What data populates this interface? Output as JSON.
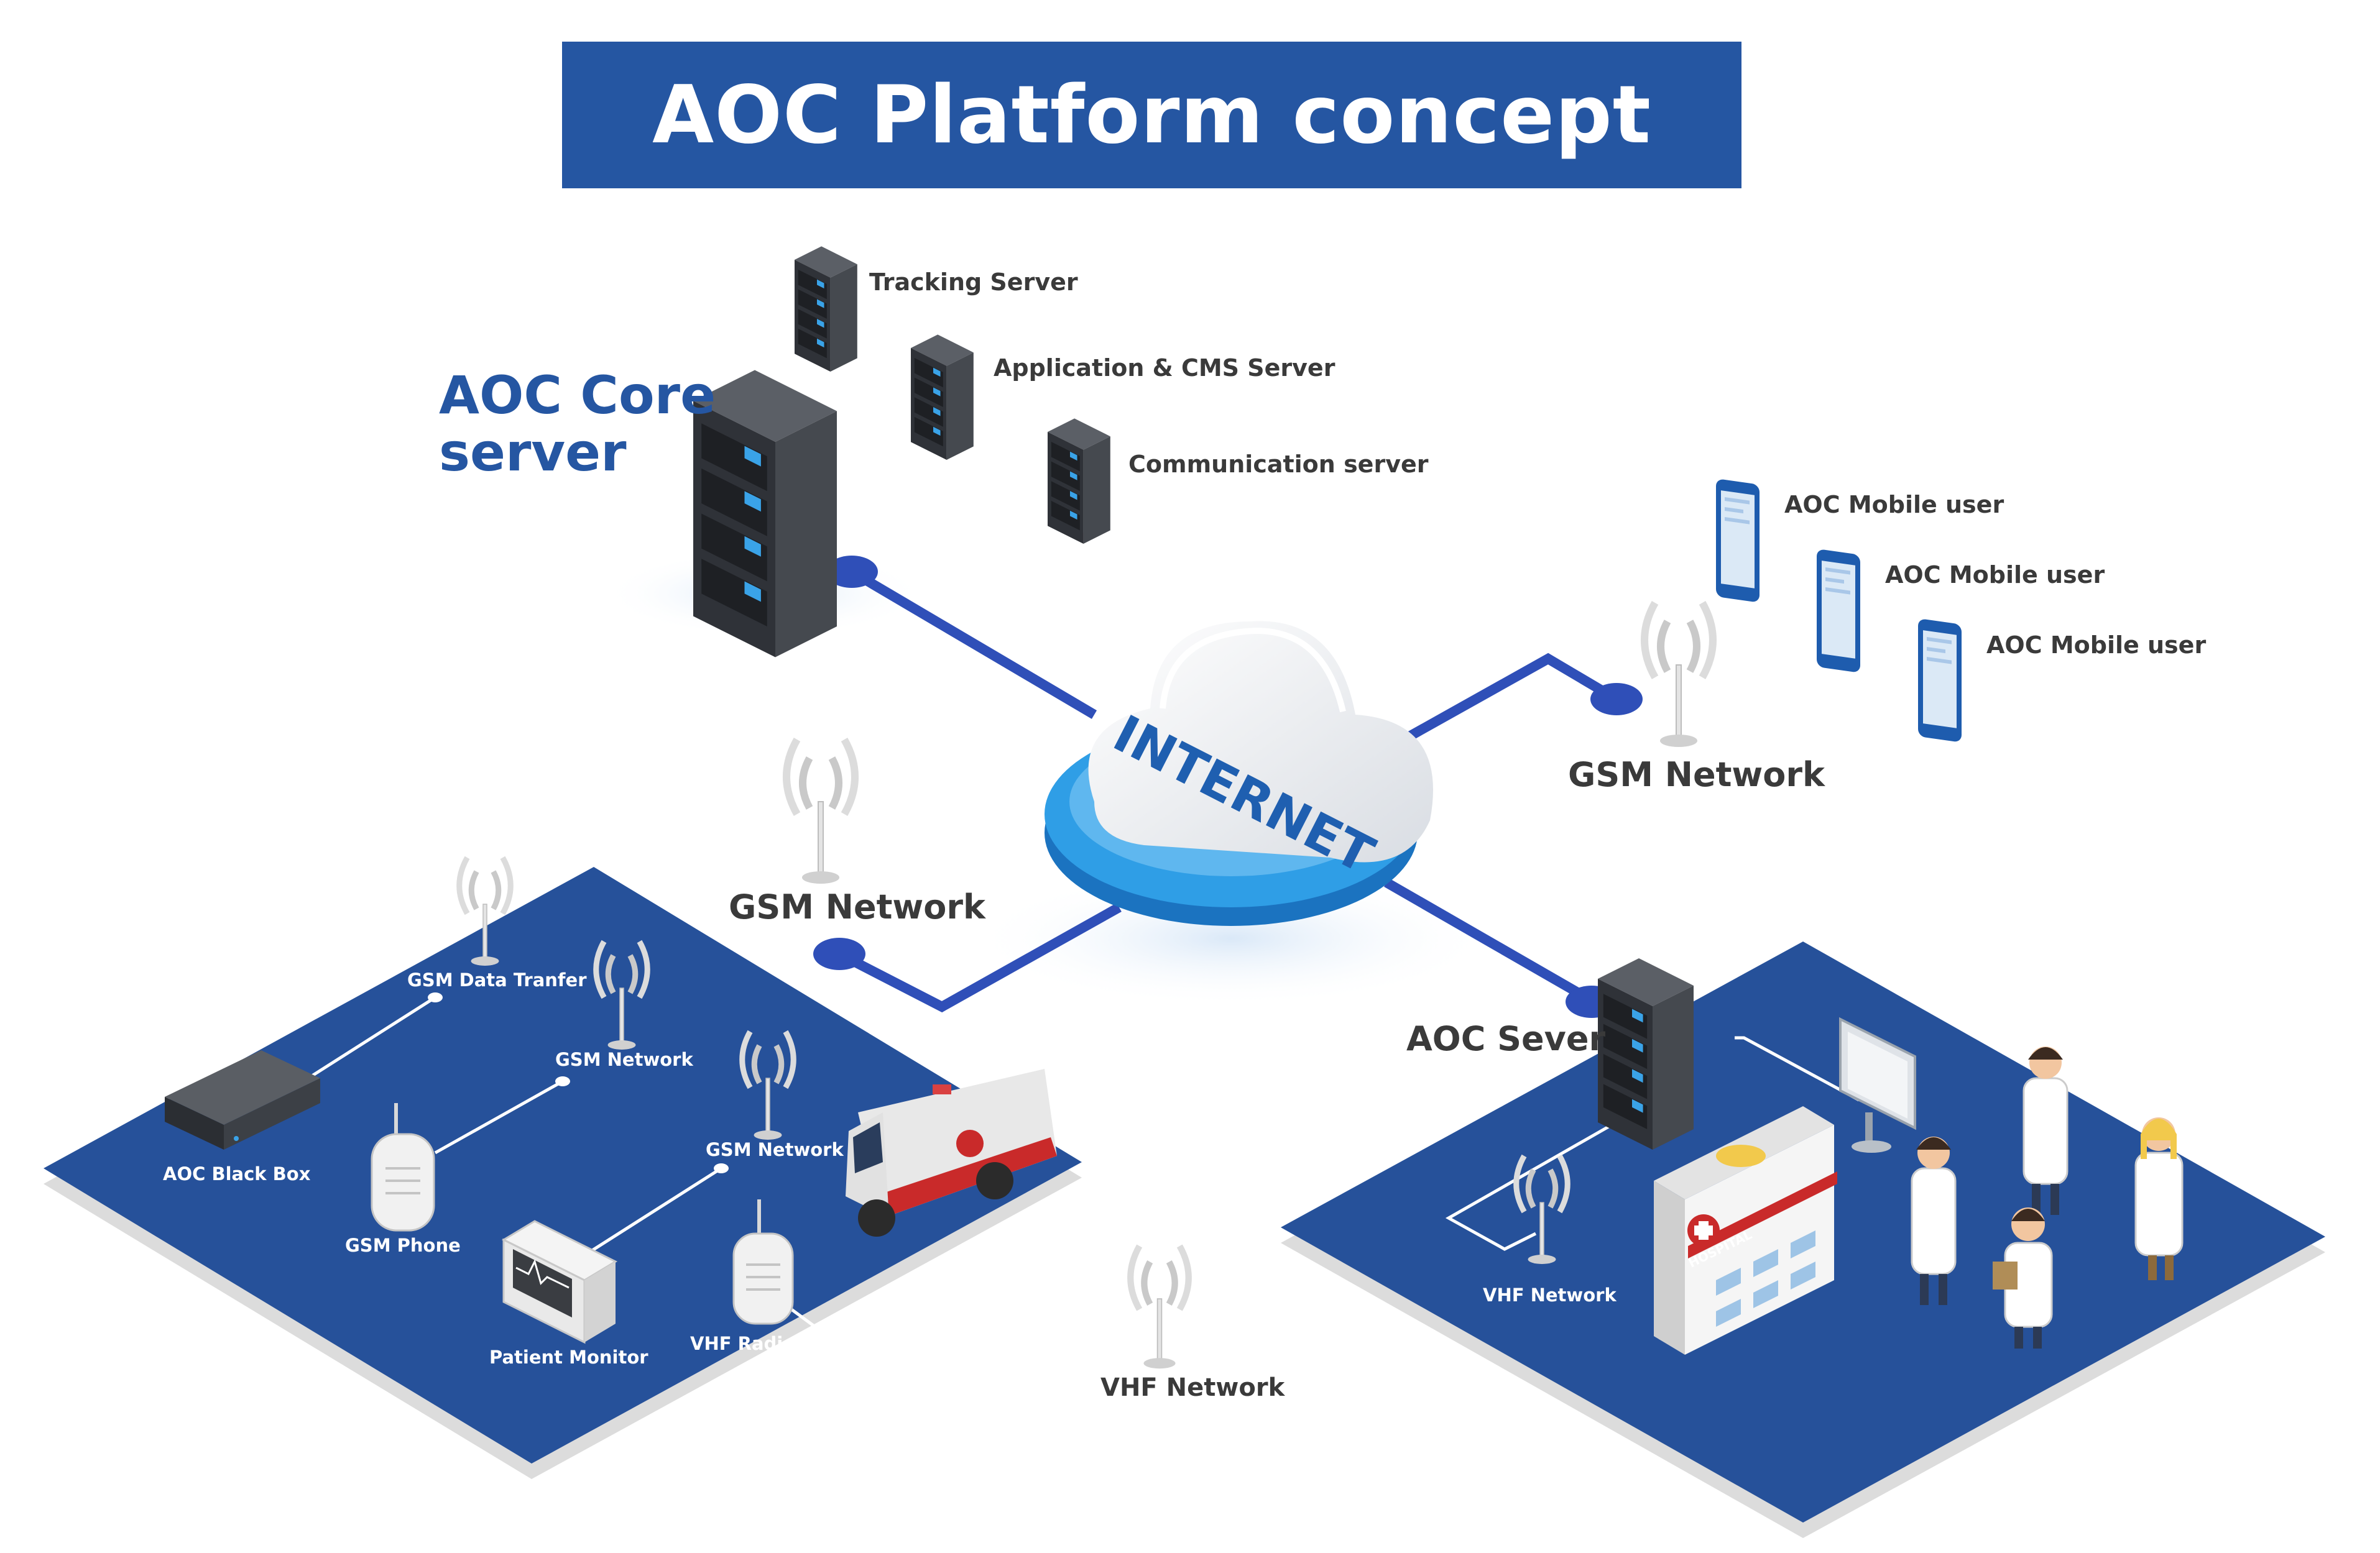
{
  "title": "AOC Platform concept",
  "core_server": {
    "label_line1": "AOC Core",
    "label_line2": "server"
  },
  "servers": [
    {
      "label": "Tracking Server"
    },
    {
      "label": "Application & CMS Server"
    },
    {
      "label": "Communication server"
    }
  ],
  "cloud": {
    "label": "INTERNET"
  },
  "mobile_users": [
    {
      "label": "AOC Mobile user"
    },
    {
      "label": "AOC Mobile user"
    },
    {
      "label": "AOC Mobile user"
    }
  ],
  "networks": {
    "gsm_right": "GSM Network",
    "gsm_center": "GSM Network",
    "vhf_center": "VHF Network"
  },
  "left_platform": {
    "gsm_data_transfer": "GSM Data Tranfer",
    "gsm_network_1": "GSM Network",
    "gsm_network_2": "GSM Network",
    "black_box": "AOC Black Box",
    "gsm_phone": "GSM Phone",
    "patient_monitor": "Patient Monitor",
    "vhf_radio": "VHF Radio"
  },
  "right_platform": {
    "aoc_server": "AOC Sever",
    "vhf_network": "VHF Network",
    "hospital_sign": "HOSPITAL"
  },
  "colors": {
    "brand_blue": "#2556a2",
    "platform_blue": "#26519a",
    "line_blue": "#2f4fb8",
    "cloud_blue": "#2f9ee6"
  }
}
